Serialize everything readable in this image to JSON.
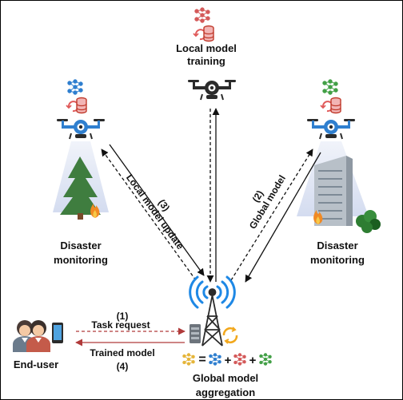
{
  "nodes": {
    "top": {
      "line1": "Local model",
      "line2": "training"
    },
    "left": {
      "line1": "Disaster",
      "line2": "monitoring"
    },
    "right": {
      "line1": "Disaster",
      "line2": "monitoring"
    },
    "enduser": {
      "label": "End-user"
    },
    "tower": {
      "line1": "Global model",
      "line2": "aggregation"
    }
  },
  "edges": {
    "local_update": {
      "step": "(3)",
      "label": "Local model update"
    },
    "global_model": {
      "step": "(2)",
      "label": "Global model"
    },
    "task_request": {
      "step": "(1)",
      "label": "Task request"
    },
    "trained_model": {
      "step": "(4)",
      "label": "Trained model"
    }
  },
  "equation": {
    "equals": "=",
    "plus1": "+",
    "plus2": "+"
  },
  "colors": {
    "drone_blue": "#2f7fcf",
    "drone_dark": "#2b2b2b",
    "signal_blue": "#1e88e5",
    "request_red": "#c0392b",
    "db_red": "#e05a5a",
    "tree_green": "#3f7d3f",
    "building_gray": "#a9b2ba"
  },
  "icons": [
    "neural-network-icon",
    "sync-icon",
    "database-icon",
    "drone-icon",
    "tree-icon",
    "fire-icon",
    "building-icon",
    "bush-icon",
    "cell-tower-icon",
    "server-icon",
    "refresh-icon",
    "person-icon",
    "smartphone-icon"
  ]
}
